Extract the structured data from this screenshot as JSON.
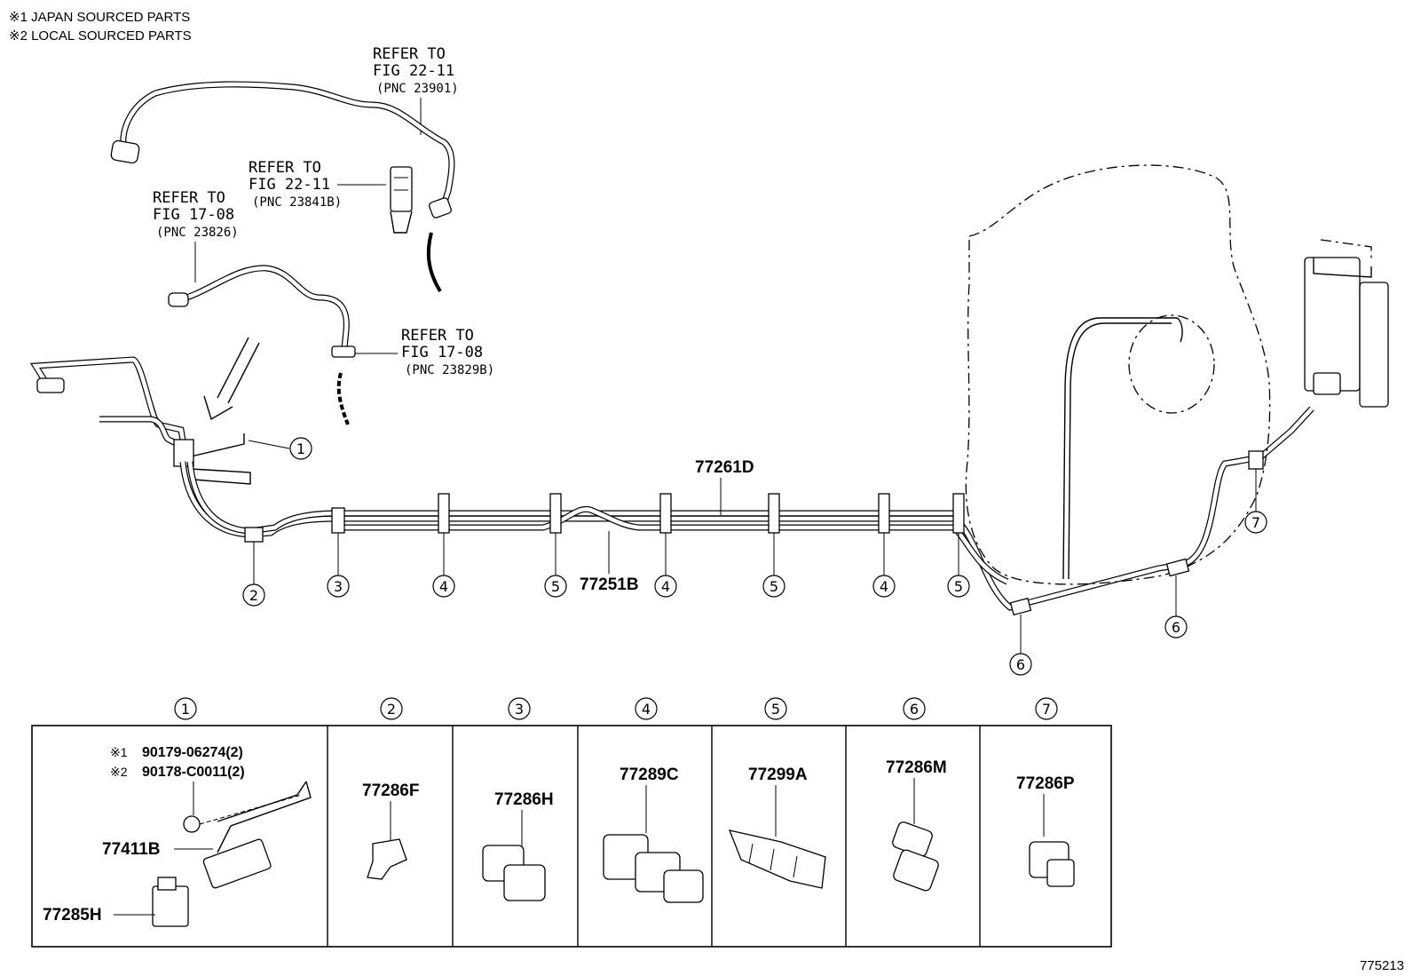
{
  "notes": [
    "※1 JAPAN SOURCED PARTS",
    "※2 LOCAL SOURCED PARTS"
  ],
  "refs": [
    {
      "line1": "REFER TO",
      "line2": "FIG 22-11",
      "line3": "(PNC 23901)"
    },
    {
      "line1": "REFER TO",
      "line2": "FIG 22-11",
      "line3": "(PNC 23841B)"
    },
    {
      "line1": "REFER TO",
      "line2": "FIG 17-08",
      "line3": "(PNC 23826)"
    },
    {
      "line1": "REFER TO",
      "line2": "FIG 17-08",
      "line3": "(PNC 23829B)"
    }
  ],
  "main_labels": {
    "pipe_upper": "77261D",
    "pipe_lower": "77251B"
  },
  "callouts": [
    "1",
    "2",
    "3",
    "4",
    "5",
    "4",
    "5",
    "4",
    "5",
    "4",
    "5",
    "6",
    "6",
    "7",
    "1"
  ],
  "panels": [
    {
      "num": "1",
      "parts": [
        "77411B",
        "77285H"
      ],
      "fasteners": [
        {
          "mark": "※1",
          "part": "90179-06274(2)"
        },
        {
          "mark": "※2",
          "part": "90178-C0011(2)"
        }
      ]
    },
    {
      "num": "2",
      "part": "77286F"
    },
    {
      "num": "3",
      "part": "77286H"
    },
    {
      "num": "4",
      "part": "77289C"
    },
    {
      "num": "5",
      "part": "77299A"
    },
    {
      "num": "6",
      "part": "77286M"
    },
    {
      "num": "7",
      "part": "77286P"
    }
  ],
  "figure_id": "775213"
}
